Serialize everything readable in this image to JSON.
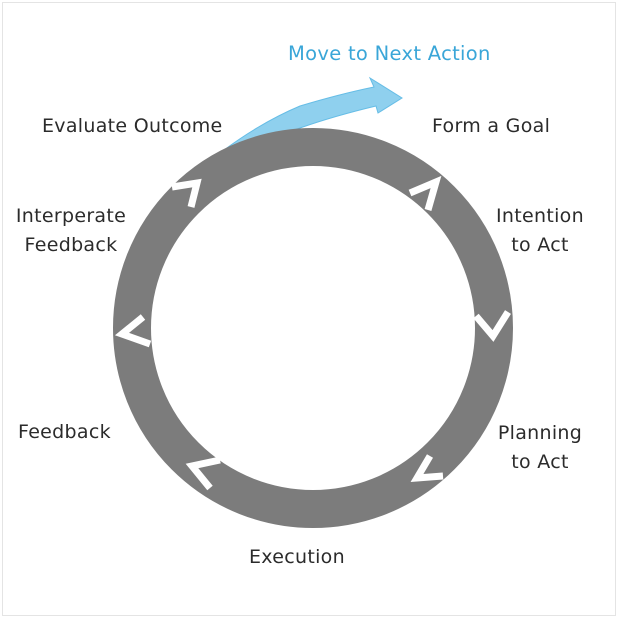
{
  "diagram": {
    "next_action_label": "Move to Next Action",
    "steps": [
      {
        "lines": [
          "Form a Goal"
        ]
      },
      {
        "lines": [
          "Intention",
          "to Act"
        ]
      },
      {
        "lines": [
          "Planning",
          "to Act"
        ]
      },
      {
        "lines": [
          "Execution"
        ]
      },
      {
        "lines": [
          "Feedback"
        ]
      },
      {
        "lines": [
          "Interperate",
          "Feedback"
        ]
      },
      {
        "lines": [
          "Evaluate Outcome"
        ]
      }
    ]
  },
  "colors": {
    "ring": "#7c7c7c",
    "ring_marker": "#ffffff",
    "accent": "#3aa6d8",
    "accent_fill": "#8fd0ee",
    "text": "#2b2b2b"
  }
}
